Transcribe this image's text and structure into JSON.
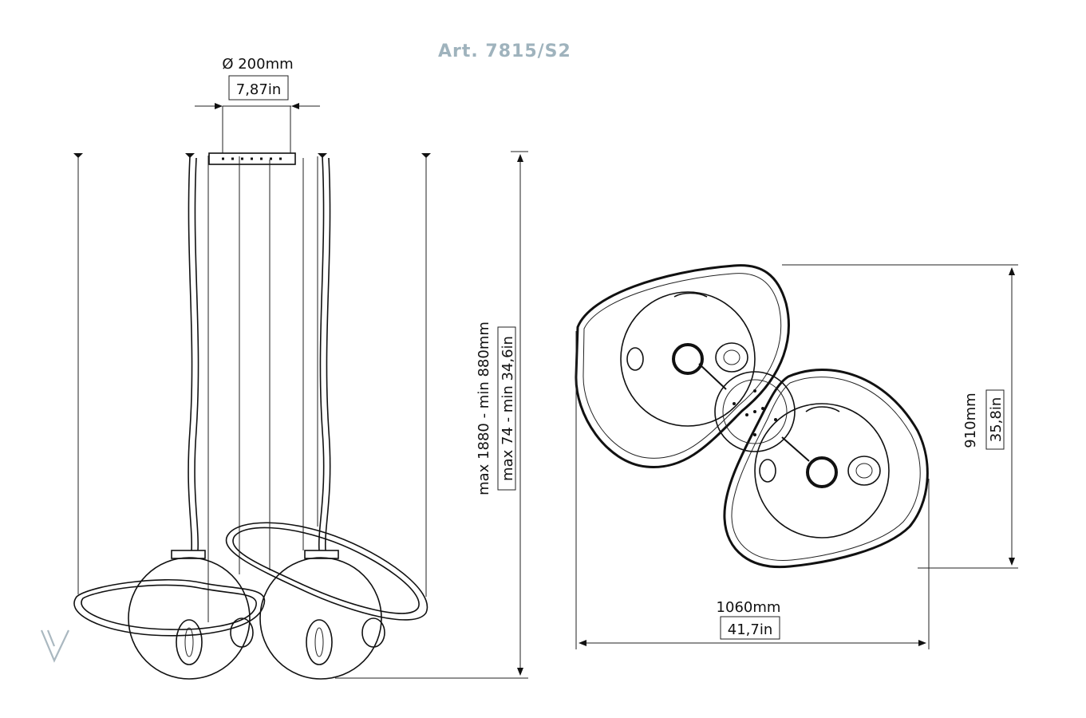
{
  "title": "Art. 7815/S2",
  "side_view": {
    "canopy_diameter_mm": "Ø 200mm",
    "canopy_diameter_in": "7,87in",
    "height_mm": "max 1880 - min 880mm",
    "height_in": "max 74 - min 34,6in"
  },
  "top_view": {
    "depth_mm": "910mm",
    "depth_in": "35,8in",
    "width_mm": "1060mm",
    "width_in": "41,7in"
  },
  "colors": {
    "line": "#111111",
    "title": "#9fb3bd",
    "logo": "#aab8c0"
  },
  "icons": {
    "logo": "brand-logo-icon"
  }
}
